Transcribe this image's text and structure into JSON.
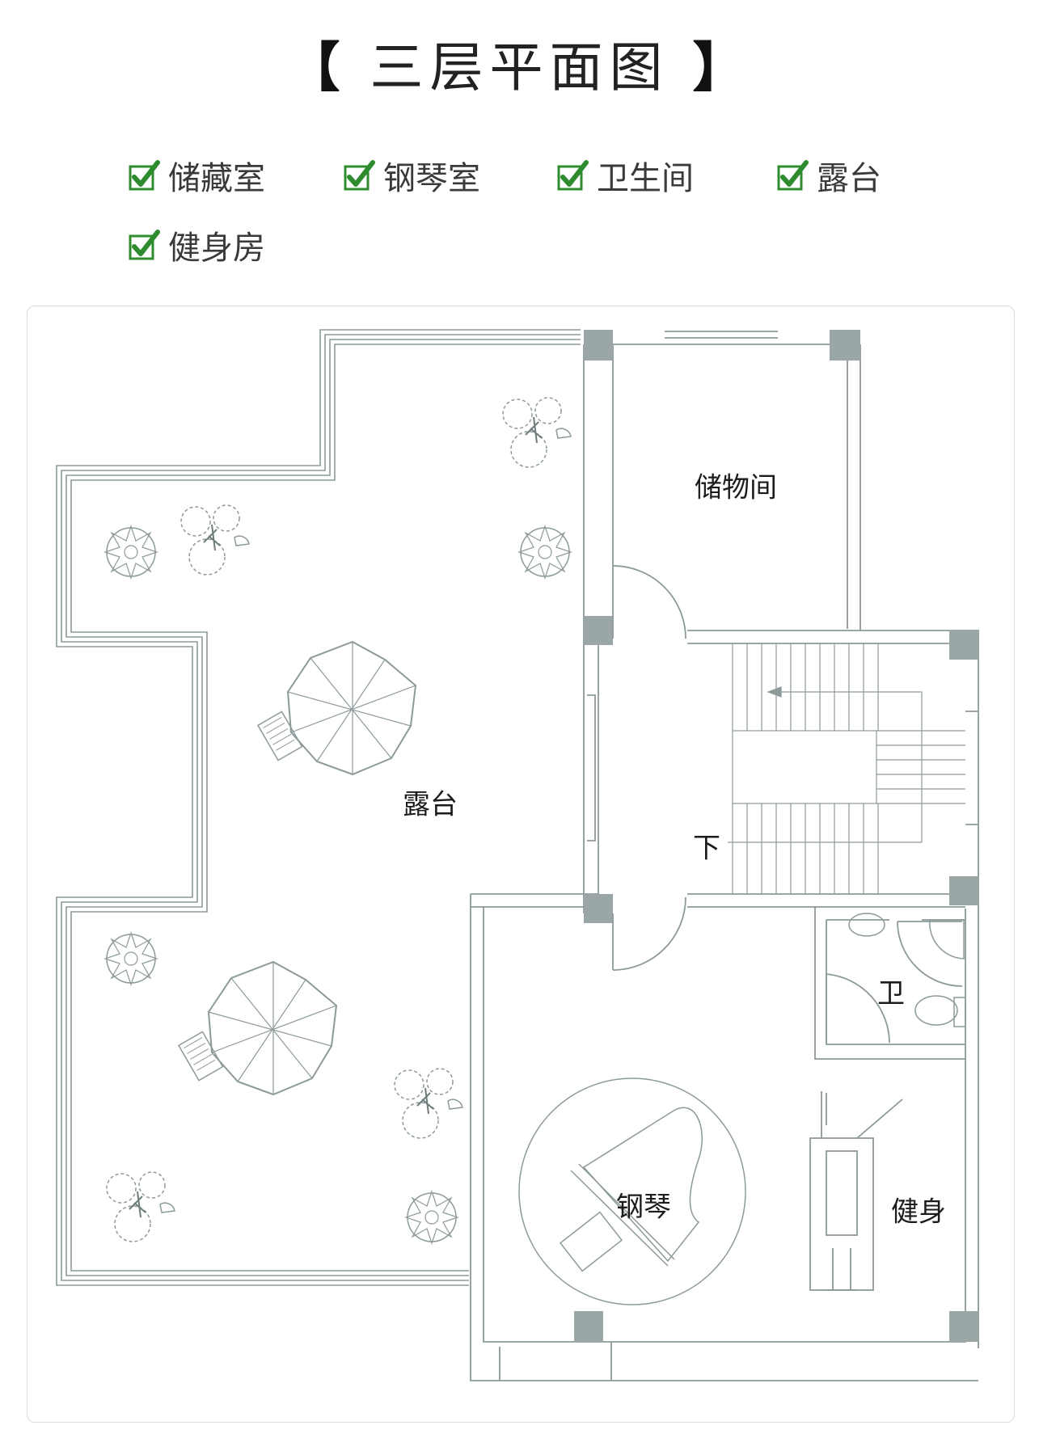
{
  "title": {
    "open_bracket": "【",
    "text": "三层平面图",
    "close_bracket": "】"
  },
  "features": [
    {
      "label": "储藏室",
      "icon": "check-icon"
    },
    {
      "label": "钢琴室",
      "icon": "check-icon"
    },
    {
      "label": "卫生间",
      "icon": "check-icon"
    },
    {
      "label": "露台",
      "icon": "check-icon"
    },
    {
      "label": "健身房",
      "icon": "check-icon"
    }
  ],
  "colors": {
    "check": "#2e8b2e",
    "wall": "#8d9a9a",
    "column": "#9ba6a6",
    "text": "#3a3a3a"
  },
  "plan": {
    "rooms": {
      "storage": "储物间",
      "terrace": "露台",
      "stairs_down": "下",
      "bathroom": "卫",
      "piano": "钢琴",
      "gym": "健身"
    }
  }
}
